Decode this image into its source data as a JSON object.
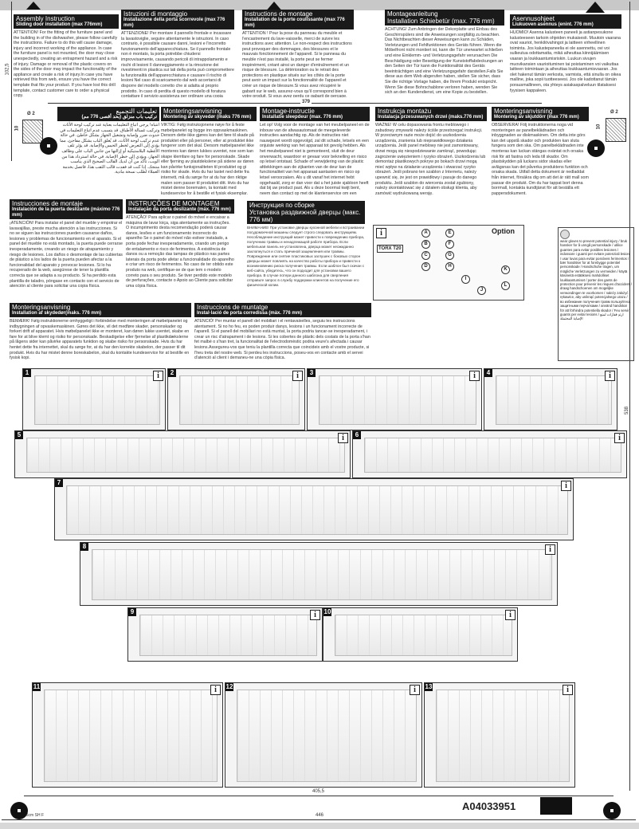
{
  "blocks": {
    "en": {
      "title": "Assembly Instruction",
      "subtitle": "Sliding door installation (max 776mm)",
      "text": "ATTENTION! For the fitting of the furniture panel and the building in of the dishwasher, please follow carefully the instructions. Failure to do this will cause damage, injury and incorrect working of the appliance. In case the furniture panel is not mounted, the door may close unexpectedly, creating an entrapment hazard and a risk of injury. Damage or removal of the plastic covers on the sides of the door may impact the functionality of the appliance and create a risk of injury.In case you have retrieved this from web, ensure you have the correct template that fits your product. If you have lost this drill template, contact customer care to order a physical copy."
    },
    "it": {
      "title": "Istruzioni di montaggio",
      "subtitle": "Installazione della porta scorrevole (max 776 mm)",
      "text": "ATTENZIONE! Per montare il pannello frontale e incassare la lavastoviglie, seguire attentamente le istruzioni. In caso contrario, è possibile causare danni, lesioni e l'incorretto funzionamento dell'apparecchiatura. Se il pannello frontale non è montato, la porta potrebbe chiudersi improvvisamente, causando pericoli di intrappolamento e rischi di lesioni Il danneggiamento e la rimozione dei rivestimenti in plastica sui lati della porta può compromettere la funzionalità dell'apparecchiatura e causare il rischio di lesioni Nel caso di scaricamento dal web accertarsi di disporre del modello corretto che si adatta al proprio prodotto. In caso di perdita di questo modello di foratura contattare il servizio assistenza per ordinare una copia cartacea."
    },
    "fr": {
      "title": "Instructions de montage",
      "subtitle": "Installation de la porte coulissante (max 776 mm)",
      "text": "ATTENTION ! Pour la pose du panneau du meuble et l'encastrement du lave-vaisselle, merci de suivre les instructions avec attention. Le non-respect des instructions peut provoquer des dommages, des blessures et le mauvais fonctionnement de l'appareil. Si le panneau du meuble n'est pas installé, la porte peut se fermer inopinément, créant ainsi un danger d'entraînement et un risque de blessure. La détérioration ou le retrait des protections en plastique situés sur les côtés de la porte peut avoir un impact sur la fonctionnalité de l'appareil et créer un risque de blessure.Si vous avez récupéré le gabarit sur le web, assurez-vous qu'il correspond bien à votre produit. Si vous avez perdu ce gabarit de perçage, contactez le service clientèle pour commander une copie papier."
    },
    "de": {
      "title": "Montageanleitung",
      "subtitle": "Installation Schiebetür (max. 776 mm)",
      "text": "ACHTUNG! Zum Anbringen der Dekorplatte und Einbau des Geschirrspülers sind die Anweisungen sorgfältig zu beachten. Das Nichtbeachten dieser Anweisungen kann zu Schäden, Verletzungen und Fehlfunktionen des Geräts führen. Wenn die Möbelfront nicht montiert ist, kann die Tür unerwartet schließen und eine Einklemm- und Verletzungsgefahr verursachen Die Beschädigung oder Beseitigung der Kunststoffabdeckungen an den Seiten der Tür kann die Funktionalität des Geräts beeinträchtigen und eine Verletzungsgefahr darstellen.Falls Sie diese aus dem Web abgerufen haben, stellen Sie sicher, dass Sie die richtige Vorlage haben, die Ihrem Produkt entspricht. Wenn Sie diese Bohrschablone verloren haben, wenden Sie sich an den Kundendienst, um eine Kopie zu bestellen."
    },
    "fi": {
      "title": "Asennusohjeet",
      "subtitle": "Liukuoven asennus (enint. 776 mm)",
      "text": "HUOMIO! Asenna kalusteen paneeli ja astianpesukone kalusteeseen tarkoin ohjeiden mukaisesti. Muutoin vaarana ovat vauriot, henkilövahingot ja laitteen virheellinen toiminta. Jos kalustepaneelia ei ole asennettu, ovi voi sulkeutua odottamatta, mikä aiheuttaa kiinnijäämisen vaaran ja loukkaantumisriskin. Luukun sivujen muovikansien vaurioituminen tai poistaminen voi vaikuttaa laitteen toimintaan ja aiheuttaa loukkaantumisvaaran. Jos olet hakenut tämän verkosta, varmista, että sinulla on oikea malline, joka sopii tuotteeseesi. Jos ole kadottanut tämän porausmallineen, ota yhteys asiakaspalveluun tilataksesi fyysisen kappaleen."
    },
    "ar": {
      "title": "تعليمات التجميع",
      "subtitle": "تركيب باب منزلق (بحد أقصى 776 مم)",
      "text": "انتباه! يرجى اتباع التعليمات بعناية عند تركيب لوحة الأثاث وتركيب غسالة الأطباق. قد يتسبب عدم اتباع التعليمات في حدوث ضرر وإصابة وتشغيل الجهاز بشكل خاطئ. في حالة عدم تركيب لوحة الأثاث، قد يُغلق الباب بشكل مفاجئ، مما يؤدي إلى التعرض لخطر الحبس والإصابة. قد يؤثر تلف الأغطية البلاستيكية أو إزالتها من جانبي الباب على وظائف الجهاز، ويؤدي إلى خطر الإصابة. في حالة استرداد هذا من الويب، تأكد من أن لديك القالب الصحيح الذي يناسب منتجك. إذا كنت قد فقدت قالب الثقب هذا، فاتصل بخدمة العملاء لطلب نسخة مادية."
    },
    "no": {
      "title": "Monteringsanvisning",
      "subtitle": "Montering av skyvedør (maks 776 mm)",
      "text": "VIKTIG: Følg instruksjonene nøye for å feste møbelpanelet og bygge inn oppvaskmaskinen. Dersom dette ikke gjøres kan det føre til skade på produktet eller på personer, eller at produktet ikke fungerer som det skal. Dersom møbelpanelet ikke monteres kan døren lukkes uventet, noe som kan skape klemfare og fare for personskade. Skade eller fjerning av plastdekslene på sidene av døren kan påvirke funksjonaliteten til produktet og gi risiko for skade. Hvis du har lastet ned dette fra internett, må du sørge for at du har den riktige malen som passer til produktet ditt. Hvis du har mistet denne boremalen, ta kontakt med kundeservice for å bestille et fysisk eksemplar."
    },
    "nl": {
      "title": "Montage-instructie",
      "subtitle": "Installatie sleepdeur (max. 776 mm)",
      "text": "Let op! Volg voor de montage van het meubelpaneel en de inbouw van de afwasautomaat de meegeleverde instructies aandachtig op. Als de instructies niet nauwgezet wordt opgevolgd, zal dit schade, letsels en een onjuiste werking van het apparaat tot gevolg hebben. Als het meubelpaneel niet is gemonteerd, sluit de deur onverwacht, waardoor er gevaar voor beknelling en risico op letsel ontstaat. Schade of verwijdering van de plastic afdekkingen aan de zijkanten van de deur kan de functionaliteit van het apparaat aantasten en risico op letsel veroorzaken. Als u dit vanaf het internet hebt opgehaald, zorg er dan voor dat u het juiste sjabloon heeft dat bij uw product past. Als u deze boormal kwijt bent, neem dan contact op met de klantenservice om een fysieke kopie te bestellen."
    },
    "pl": {
      "title": "Instrukcja montażu",
      "subtitle": "Instalacja przesuwanych drzwi (maks.776 mm)",
      "text": "WAŻNE! W celu dopasowania frontu meblowego i zabudowy zmywarki należy ściśle przestrzegać instrukcji. W przeciwnym razie może dojść do uszkodzenia urządzenia, zranienia lub nieprawidłowego działania urządzenia. Jeśli panel meblowy nie jest zamontowany, drzwi mogą się niespodziewanie zamknąć, powodując zagrożenie uwięzieniem i ryzyko obrażeń. Uszkodzenia lub demontaż plastikowych pokryw po bokach drzwi mogą mieć wpływ na działanie urządzenia i stwarzać ryzyko obrażeń. Jeśli pobrano ten szablon z Internetu, należy upewnić się, że jest on prawidłowy i pasuje do danego produktu. Jeśli szablon do wiercenia został zgubiony, należy skontaktować się z działem obsługi klienta, aby zamówić wydrukowaną wersję."
    },
    "sv": {
      "title": "Monteringsanvisning",
      "subtitle": "Montering av skjutdörr (max 776 mm)",
      "text": "OBSERVERA! Följ instruktionerna noga vid monteringen av panelbeklädnaden och inbyggnaden av diskmaskinen. Om detta inte görs kan det uppstå skador och produkten kan sluta fungera som den ska. Om panelbeklädnaden inte monteras kan luckan stängas oväntat och orsaka risk för att fastna och leda till skador. Om plastskydden på luckans sidor skadas eller avlägsnas kan det påverka produktens funktion och orsaka skada. Utifall detta dokument är nedladdat från internet, försäkra dig om att det är rätt mall som passar din produkt. Om du har tappat bort denna borrmall, kontakta kundtjänst för att beställa ett pappersdokument."
    },
    "es": {
      "title": "Instrucciones de montaje",
      "subtitle": "Instalación de la puerta deslizante (máximo 776 mm)",
      "text": "¡ATENCIÓN! Para instalar el panel del mueble y empotrar el lavavajillas, preste mucha atención a las instrucciones. Si no se siguen las instrucciones pueden causarse daños, lesiones y problemas de funcionamiento en el aparato. Si el panel del mueble no está montado, la puerta puede cerrarse inesperadamente, creando un riesgo de atrapamiento y riesgo de lesiones. Los daños o desmontaje de las cubiertas de plástico a los lados de la puerta pueden afectar a la funcionalidad del aparato y provocar lesiones. Si lo ha recuperado de la web, asegúrese de tener la plantilla correcta que se adapta a su producto. Si ha perdido esta plantilla de taladro, póngase en contacto con el servicio de atención al cliente para solicitar una copia física."
    },
    "pt": {
      "title": "INSTRUÇÕES DE MONTAGEM",
      "subtitle": "Instalação da porta deslizante (máx. 776 mm)",
      "text": "ATENÇÃO! Para aplicar o painel do móvel e encaixar a máquina de lavar loiça, siga atentamente as instruções. O incumprimento desta recomendação poderá causar danos, lesões e um funcionamento incorrecto do aparelho Se o painel do móvel não estiver instalado, a porta pode fechar inesperadamente, criando um perigo de entalamento e risco de ferimentos. A existência de danos ou a remoção das tampas de plástico nas partes laterais da porta pode afetar a funcionalidade do aparelho e criar um risco de ferimentos. No caso de ter obtido este produto na web, certifique-se de que tem o modelo correto para o seu produto. Se tiver perdido este modelo de perfurações, contacte o Apoio ao Cliente para solicitar uma cópia física."
    },
    "ru": {
      "title": "Инструкция по сборке",
      "subtitle": "Установка раздвижной дверцы (макс. 776 мм)",
      "text": "ВНИМАНИЕ! При установке дверцы кухонной мебели и встраивании посудомоечной машины следует строго следовать инструкциям. Несоблюдение инструкций может привести к повреждению прибора, получению травмы и ненадлежащей работе прибора. Если мебельная панель не установлена, дверца может неожиданно захлопнуться и стать причиной защемления или травмы. Повреждение или снятие пластиковых заглушек с боковых сторон дверцы может повлиять на качество работы прибора и привести к возникновению риска получения травмы. Если шаблон был скачан с веб-сайта, убедитесь, что он подходит для установки вашего прибора. В случае потери данного шаблона для сверления отправьте запрос в службу поддержки клиентов на получение его физической копии."
    },
    "da": {
      "title": "Monteringsanvisning",
      "subtitle": "Installation af skydedør(maks. 776 mm)",
      "text": "BEMÆRK! Følg instruktionerne omhyggeligt i forbindelse med monteringen af møbelpanelet og indbygningen af opvaskemaskinen. Gøres det ikke, vil det medføre skader, personskader og forkert drift af apparatet. Hvis møbelpanelet ikke er monteret, kan døren lukke uventet, skabe en fare for at blive klemt og risiko for personskade. Beskadigelse eller fjernelse af plastikdækslerne på lågens sider kan påvirke apparatets funktion og skabe risiko for personskade. Hvis du har hentet dette fra internettet, skal du sørge for, at du har den korrekte skabelon, der passer til dit produkt. Hvis du har mistet denne boreskabelon, skal du kontakte kundeservice for at bestille en fysisk kopi."
    },
    "ca": {
      "title": "Instruccions de muntatge",
      "subtitle": "Instal·lació de porta corredissa (màx. 776 mm)",
      "text": "ATENCIÓ! Per muntar el panell del mobiliari i el rentavaixelles, seguiu les instruccions atentament. Si no ho feu, es poden produir danys, lesions i un funcionament incorrecte de l'aparell. Si el panell del mobiliari no està muntat, la porta podria tancar-se inesperadament, i crear un risc d'atrapament i de lesions. Si les cobertes de plàstic dels costats de la porta s'han fet malbé o s'han tret, la funcionalitat de l'electrodomèstic podria veure's afectada i causar lesions.Assegureu-vos que teniu la plantilla correcta que coincideix amb el vostre producte, si l'heu treta del nostre web. Si perdeu les instruccions, poseu-vos en contacte amb el servei d'atenció al client i demaneu-ne una còpia física."
    }
  },
  "gloves_text": "wear gloves to prevent potential injury / bruk hansker for å unngå personskade / utilice guantes para evitar posibles lesiones / indossare i guanti per evitare potenziali lesioni / usar luvas para evitar possíveis ferimentos / bær handsker for at forebygge potentiel personskade / Handschuhe tragen, um mögliche Verletzungen zu vermeiden / käytä käsineitä estääksesi mahdolliset loukkaantumiset / porter des gants de protection pour prévenir les risques d'accident / draag handschoenen om mogelijke verwondingen te voorkomen / należy założyć rękawice, aby uniknąć potencjalnego urazu / во избежание получения травм пользуйтесь защитными перчатками / använd handskar för att förhindra potentiella skador / Feu servir guants per evitar lesions / ارتدِ قفازات لمنع الإصابة المحتملة",
  "parts": {
    "option_label": "Option",
    "torx_label": "TORX T20",
    "letters": [
      "A",
      "B",
      "C",
      "D",
      "E",
      "F",
      "G",
      "H",
      "I",
      "J",
      "K",
      "L"
    ]
  },
  "dimensions": {
    "top_width": "379",
    "left_height": "102,5",
    "right_height": "538",
    "bottom_width": "405,5",
    "total_width": "446",
    "drill_diameter": "Ø 2",
    "drill_depth": "10"
  },
  "steps": [
    "1",
    "2",
    "3",
    "4",
    "5",
    "6",
    "7",
    "8",
    "9",
    "10",
    "11",
    "12",
    "13"
  ],
  "footer": {
    "model": "45cm SH F",
    "code": "A04033951"
  },
  "info_icon": "i"
}
